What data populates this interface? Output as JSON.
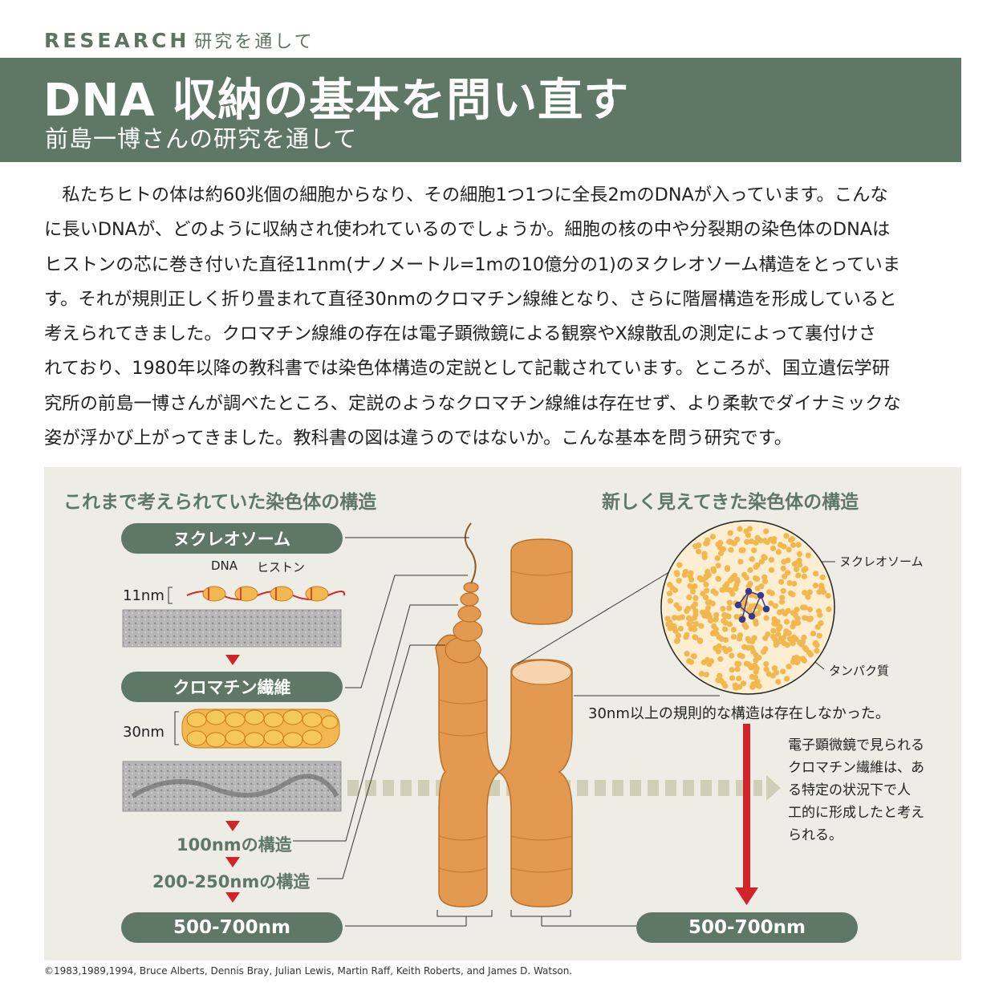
{
  "header": {
    "kicker_en": "RESEARCH",
    "kicker_jp": "研究を通して",
    "title": "DNA 収納の基本を問い直す",
    "subtitle": "前島一博さんの研究を通して"
  },
  "body_lines": [
    "　私たちヒトの体は約60兆個の細胞からなり、その細胞1つ1つに全長2mのDNAが入っています。こんな",
    "に長いDNAが、どのように収納され使われているのでしょうか。細胞の核の中や分裂期の染色体のDNAは",
    "ヒストンの芯に巻き付いた直径11nm(ナノメートル=1mの10億分の1)のヌクレオソーム構造をとっていま",
    "す。それが規則正しく折り畳まれて直径30nmのクロマチン線維となり、さらに階層構造を形成していると",
    "考えられてきました。クロマチン線維の存在は電子顕微鏡による観察やX線散乱の測定によって裏付けさ",
    "れており、1980年以降の教科書では染色体構造の定説として記載されています。ところが、国立遺伝学研",
    "究所の前島一博さんが調べたところ、定説のようなクロマチン線維は存在せず、より柔軟でダイナミックな",
    "姿が浮かび上がってきました。教科書の図は違うのではないか。こんな基本を問う研究です。"
  ],
  "figure": {
    "left_heading": "これまで考えられていた染色体の構造",
    "right_heading": "新しく見えてきた染色体の構造",
    "nucleosome_label": "ヌクレオソーム",
    "dna_label": "DNA",
    "histone_label": "ヒストン",
    "size_11nm": "11nm",
    "fiber_label": "クロマチン繊維",
    "size_30nm": "30nm",
    "structure_100nm": "100nmの構造",
    "structure_200nm": "200-250nmの構造",
    "left_bottom": "500-700nm",
    "right_bottom": "500-700nm",
    "circle_nucleosome": "ヌクレオソーム",
    "circle_protein": "タンパク質",
    "finding": "30nm以上の規則的な構造は存在しなかった。",
    "note_lines": [
      "電子顕微鏡で見られる",
      "クロマチン繊維は、あ",
      "る特定の状況下で人",
      "工的に形成したと考え",
      "られる。"
    ],
    "colors": {
      "green": "#5f7866",
      "chromosome": "#e3994f",
      "arrow_red": "#d2232a",
      "nucleosome_dot": "#f2b84f",
      "protein": "#3a3a8c",
      "background": "#edede6"
    }
  },
  "credit": "©1983,1989,1994, Bruce Alberts, Dennis Bray, Julian Lewis, Martin Raff, Keith Roberts, and James D. Watson."
}
